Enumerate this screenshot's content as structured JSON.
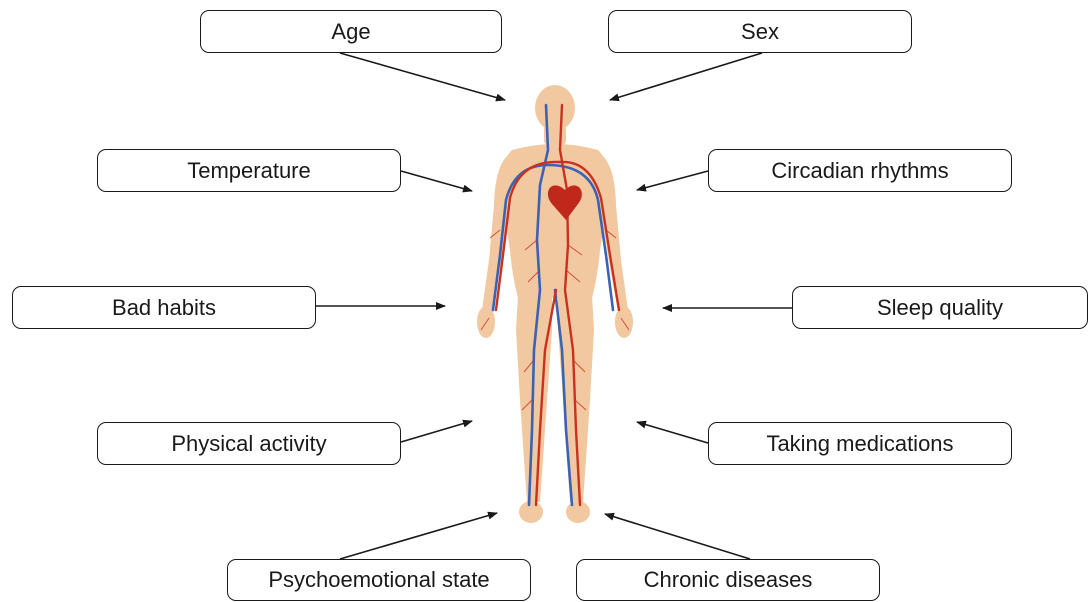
{
  "factors": {
    "age": "Age",
    "sex": "Sex",
    "temperature": "Temperature",
    "circadian_rhythms": "Circadian rhythms",
    "bad_habits": "Bad habits",
    "sleep_quality": "Sleep quality",
    "physical_activity": "Physical activity",
    "taking_medications": "Taking medications",
    "psychoemotional_state": "Psychoemotional state",
    "chronic_diseases": "Chronic diseases"
  },
  "colors": {
    "skin": "#f2c8a0",
    "artery": "#c8321e",
    "vein": "#3a62b5",
    "heart": "#c0281c",
    "box_border": "#1a1a1a"
  },
  "figure_icon": "human-circulatory-system-icon"
}
